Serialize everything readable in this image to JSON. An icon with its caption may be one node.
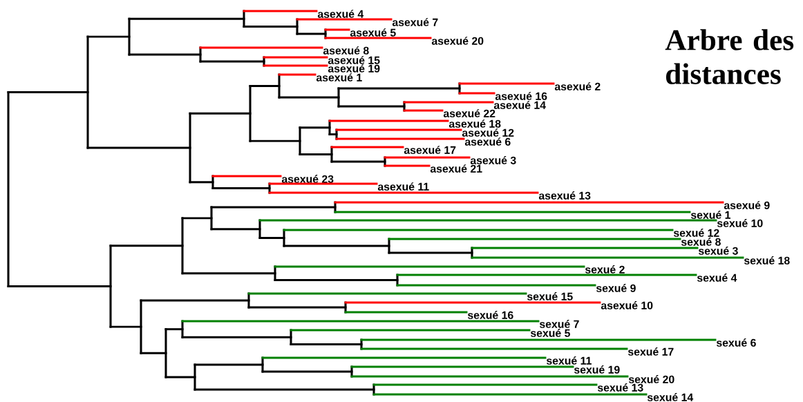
{
  "diagram": {
    "title": "Arbre des distances",
    "nodes": [
      {
        "text": [],
        "shape": "bar"
      },
      {
        "text": [],
        "shape": "bar"
      },
      {
        "text": [],
        "shape": "bar"
      },
      {
        "text": [],
        "shape": "bar"
      },
      {
        "text": [
          "asexué 4"
        ]
      },
      {
        "text": [],
        "shape": "bar"
      },
      {
        "text": [
          "asexué 7"
        ]
      },
      {
        "text": [],
        "shape": "bar"
      },
      {
        "text": [
          "asexué 5"
        ]
      },
      {
        "text": [
          "asexué 20"
        ]
      },
      {
        "text": [],
        "shape": "bar"
      },
      {
        "text": [
          "asexué 8"
        ]
      },
      {
        "text": [],
        "shape": "bar"
      },
      {
        "text": [
          "asexué 15"
        ]
      },
      {
        "text": [
          "asexué 19"
        ]
      },
      {
        "text": [],
        "shape": "bar"
      },
      {
        "text": [],
        "shape": "bar"
      },
      {
        "text": [],
        "shape": "bar"
      },
      {
        "text": [
          "asexué 1"
        ]
      },
      {
        "text": [],
        "shape": "bar"
      },
      {
        "text": [],
        "shape": "bar"
      },
      {
        "text": [
          "asexué 2"
        ]
      },
      {
        "text": [
          "asexué 16"
        ]
      },
      {
        "text": [],
        "shape": "bar"
      },
      {
        "text": [
          "asexué 14"
        ]
      },
      {
        "text": [
          "asexué 22"
        ]
      },
      {
        "text": [],
        "shape": "bar"
      },
      {
        "text": [],
        "shape": "bar"
      },
      {
        "text": [
          "asexué 18"
        ]
      },
      {
        "text": [],
        "shape": "bar"
      },
      {
        "text": [
          "asexué 12"
        ]
      },
      {
        "text": [
          "asexué 6"
        ]
      },
      {
        "text": [],
        "shape": "bar"
      },
      {
        "text": [
          "asexué 17"
        ]
      },
      {
        "text": [],
        "shape": "bar"
      },
      {
        "text": [
          "asexué 3"
        ]
      },
      {
        "text": [
          "asexué 21"
        ]
      },
      {
        "text": [],
        "shape": "bar"
      },
      {
        "text": [
          "asexué 23"
        ]
      },
      {
        "text": [],
        "shape": "bar"
      },
      {
        "text": [
          "asexué 11"
        ]
      },
      {
        "text": [
          "asexué 13"
        ]
      },
      {
        "text": [],
        "shape": "bar"
      },
      {
        "text": [],
        "shape": "bar"
      },
      {
        "text": [],
        "shape": "bar"
      },
      {
        "text": [],
        "shape": "bar"
      },
      {
        "text": [
          "asexué 9"
        ]
      },
      {
        "text": [
          "sexué 1"
        ]
      },
      {
        "text": [],
        "shape": "bar"
      },
      {
        "text": [
          "sexué 10"
        ]
      },
      {
        "text": [],
        "shape": "bar"
      },
      {
        "text": [
          "sexué 12"
        ]
      },
      {
        "text": [],
        "shape": "bar"
      },
      {
        "text": [
          "sexué 8"
        ]
      },
      {
        "text": [],
        "shape": "bar"
      },
      {
        "text": [
          "sexué 3"
        ]
      },
      {
        "text": [
          "sexué 18"
        ]
      },
      {
        "text": [],
        "shape": "bar"
      },
      {
        "text": [
          "sexué 2"
        ]
      },
      {
        "text": [],
        "shape": "bar"
      },
      {
        "text": [
          "sexué 4"
        ]
      },
      {
        "text": [
          "sexué 9"
        ]
      },
      {
        "text": [],
        "shape": "bar"
      },
      {
        "text": [],
        "shape": "bar"
      },
      {
        "text": [
          "sexué 15"
        ]
      },
      {
        "text": [],
        "shape": "bar"
      },
      {
        "text": [
          "asexué 10"
        ]
      },
      {
        "text": [
          "sexué 16"
        ]
      },
      {
        "text": [],
        "shape": "bar"
      },
      {
        "text": [],
        "shape": "bar"
      },
      {
        "text": [
          "sexué 7"
        ]
      },
      {
        "text": [],
        "shape": "bar"
      },
      {
        "text": [
          "sexué 5"
        ]
      },
      {
        "text": [],
        "shape": "bar"
      },
      {
        "text": [
          "sexué 6"
        ]
      },
      {
        "text": [
          "sexué 17"
        ]
      },
      {
        "text": [],
        "shape": "bar"
      },
      {
        "text": [],
        "shape": "bar"
      },
      {
        "text": [
          "sexué 11"
        ]
      },
      {
        "text": [],
        "shape": "bar"
      },
      {
        "text": [
          "sexué 19"
        ]
      },
      {
        "text": [
          "sexué 20"
        ]
      },
      {
        "text": [],
        "shape": "bar"
      },
      {
        "text": [
          "sexué 13"
        ]
      },
      {
        "text": [
          "sexué 14"
        ]
      }
    ],
    "edges": [
      {
        "from": 0,
        "to": 1,
        "arrow": "none"
      },
      {
        "from": 0,
        "to": 42,
        "arrow": "none"
      },
      {
        "from": 1,
        "to": 2,
        "arrow": "none"
      },
      {
        "from": 1,
        "to": 15,
        "arrow": "none"
      },
      {
        "from": 2,
        "to": 3,
        "arrow": "none"
      },
      {
        "from": 2,
        "to": 10,
        "arrow": "none"
      },
      {
        "from": 3,
        "to": 4,
        "arrow": "none",
        "color": "#ff0000"
      },
      {
        "from": 3,
        "to": 5,
        "arrow": "none"
      },
      {
        "from": 5,
        "to": 6,
        "arrow": "none",
        "color": "#ff0000"
      },
      {
        "from": 5,
        "to": 7,
        "arrow": "none"
      },
      {
        "from": 7,
        "to": 8,
        "arrow": "none",
        "color": "#ff0000"
      },
      {
        "from": 7,
        "to": 9,
        "arrow": "none",
        "color": "#ff0000"
      },
      {
        "from": 10,
        "to": 11,
        "arrow": "none",
        "color": "#ff0000"
      },
      {
        "from": 10,
        "to": 12,
        "arrow": "none"
      },
      {
        "from": 12,
        "to": 13,
        "arrow": "none",
        "color": "#ff0000"
      },
      {
        "from": 12,
        "to": 14,
        "arrow": "none",
        "color": "#ff0000"
      },
      {
        "from": 15,
        "to": 16,
        "arrow": "none"
      },
      {
        "from": 15,
        "to": 37,
        "arrow": "none"
      },
      {
        "from": 16,
        "to": 17,
        "arrow": "none"
      },
      {
        "from": 16,
        "to": 26,
        "arrow": "none"
      },
      {
        "from": 17,
        "to": 18,
        "arrow": "none",
        "color": "#ff0000"
      },
      {
        "from": 17,
        "to": 19,
        "arrow": "none"
      },
      {
        "from": 19,
        "to": 20,
        "arrow": "none"
      },
      {
        "from": 19,
        "to": 23,
        "arrow": "none"
      },
      {
        "from": 20,
        "to": 21,
        "arrow": "none",
        "color": "#ff0000"
      },
      {
        "from": 20,
        "to": 22,
        "arrow": "none",
        "color": "#ff0000"
      },
      {
        "from": 23,
        "to": 24,
        "arrow": "none",
        "color": "#ff0000"
      },
      {
        "from": 23,
        "to": 25,
        "arrow": "none",
        "color": "#ff0000"
      },
      {
        "from": 26,
        "to": 27,
        "arrow": "none"
      },
      {
        "from": 26,
        "to": 32,
        "arrow": "none"
      },
      {
        "from": 27,
        "to": 28,
        "arrow": "none",
        "color": "#ff0000"
      },
      {
        "from": 27,
        "to": 29,
        "arrow": "none"
      },
      {
        "from": 29,
        "to": 30,
        "arrow": "none",
        "color": "#ff0000"
      },
      {
        "from": 29,
        "to": 31,
        "arrow": "none",
        "color": "#ff0000"
      },
      {
        "from": 32,
        "to": 33,
        "arrow": "none",
        "color": "#ff0000"
      },
      {
        "from": 32,
        "to": 34,
        "arrow": "none"
      },
      {
        "from": 34,
        "to": 35,
        "arrow": "none",
        "color": "#ff0000"
      },
      {
        "from": 34,
        "to": 36,
        "arrow": "none",
        "color": "#ff0000"
      },
      {
        "from": 37,
        "to": 38,
        "arrow": "none",
        "color": "#ff0000"
      },
      {
        "from": 37,
        "to": 39,
        "arrow": "none"
      },
      {
        "from": 39,
        "to": 40,
        "arrow": "none",
        "color": "#ff0000"
      },
      {
        "from": 39,
        "to": 41,
        "arrow": "none",
        "color": "#ff0000"
      },
      {
        "from": 42,
        "to": 43,
        "arrow": "none"
      },
      {
        "from": 42,
        "to": 62,
        "arrow": "none"
      },
      {
        "from": 43,
        "to": 44,
        "arrow": "none"
      },
      {
        "from": 43,
        "to": 57,
        "arrow": "none"
      },
      {
        "from": 44,
        "to": 45,
        "arrow": "none"
      },
      {
        "from": 44,
        "to": 48,
        "arrow": "none"
      },
      {
        "from": 45,
        "to": 46,
        "arrow": "none",
        "color": "#ff0000"
      },
      {
        "from": 45,
        "to": 47,
        "arrow": "none",
        "color": "#008000"
      },
      {
        "from": 48,
        "to": 49,
        "arrow": "none",
        "color": "#008000"
      },
      {
        "from": 48,
        "to": 50,
        "arrow": "none"
      },
      {
        "from": 50,
        "to": 51,
        "arrow": "none",
        "color": "#008000"
      },
      {
        "from": 50,
        "to": 52,
        "arrow": "none"
      },
      {
        "from": 52,
        "to": 53,
        "arrow": "none",
        "color": "#008000"
      },
      {
        "from": 52,
        "to": 54,
        "arrow": "none"
      },
      {
        "from": 54,
        "to": 55,
        "arrow": "none",
        "color": "#008000"
      },
      {
        "from": 54,
        "to": 56,
        "arrow": "none",
        "color": "#008000"
      },
      {
        "from": 57,
        "to": 58,
        "arrow": "none",
        "color": "#008000"
      },
      {
        "from": 57,
        "to": 59,
        "arrow": "none"
      },
      {
        "from": 59,
        "to": 60,
        "arrow": "none",
        "color": "#008000"
      },
      {
        "from": 59,
        "to": 61,
        "arrow": "none",
        "color": "#008000"
      },
      {
        "from": 62,
        "to": 63,
        "arrow": "none"
      },
      {
        "from": 62,
        "to": 68,
        "arrow": "none"
      },
      {
        "from": 63,
        "to": 64,
        "arrow": "none",
        "color": "#008000"
      },
      {
        "from": 63,
        "to": 65,
        "arrow": "none"
      },
      {
        "from": 65,
        "to": 66,
        "arrow": "none",
        "color": "#ff0000"
      },
      {
        "from": 65,
        "to": 67,
        "arrow": "none",
        "color": "#008000"
      },
      {
        "from": 68,
        "to": 69,
        "arrow": "none"
      },
      {
        "from": 68,
        "to": 76,
        "arrow": "none"
      },
      {
        "from": 69,
        "to": 70,
        "arrow": "none",
        "color": "#008000"
      },
      {
        "from": 69,
        "to": 71,
        "arrow": "none"
      },
      {
        "from": 71,
        "to": 72,
        "arrow": "none",
        "color": "#008000"
      },
      {
        "from": 71,
        "to": 73,
        "arrow": "none"
      },
      {
        "from": 73,
        "to": 74,
        "arrow": "none",
        "color": "#008000"
      },
      {
        "from": 73,
        "to": 75,
        "arrow": "none",
        "color": "#008000"
      },
      {
        "from": 76,
        "to": 77,
        "arrow": "none"
      },
      {
        "from": 76,
        "to": 82,
        "arrow": "none"
      },
      {
        "from": 77,
        "to": 78,
        "arrow": "none",
        "color": "#008000"
      },
      {
        "from": 77,
        "to": 79,
        "arrow": "none"
      },
      {
        "from": 79,
        "to": 80,
        "arrow": "none",
        "color": "#008000"
      },
      {
        "from": 79,
        "to": 81,
        "arrow": "none",
        "color": "#008000"
      },
      {
        "from": 82,
        "to": 83,
        "arrow": "none",
        "color": "#008000"
      },
      {
        "from": 82,
        "to": 84,
        "arrow": "none",
        "color": "#008000"
      }
    ]
  }
}
